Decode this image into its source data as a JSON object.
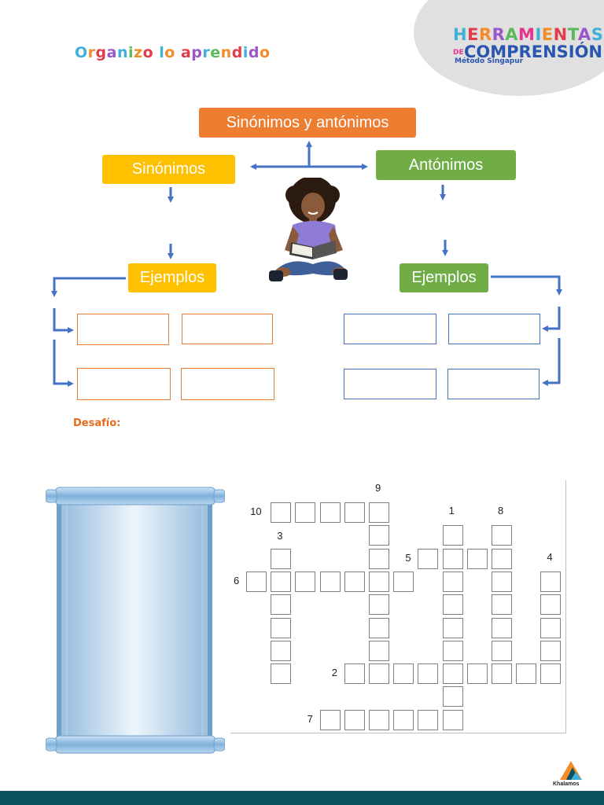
{
  "header": {
    "title_letters": [
      {
        "ch": "O",
        "c": "#3fb0d8"
      },
      {
        "ch": "r",
        "c": "#f28c28"
      },
      {
        "ch": "g",
        "c": "#e23c4a"
      },
      {
        "ch": "a",
        "c": "#9b57c9"
      },
      {
        "ch": "n",
        "c": "#3fb0d8"
      },
      {
        "ch": "i",
        "c": "#5cb85c"
      },
      {
        "ch": "z",
        "c": "#f28c28"
      },
      {
        "ch": "o",
        "c": "#e23c4a"
      },
      {
        "ch": " ",
        "c": "#000000"
      },
      {
        "ch": "l",
        "c": "#3fb0d8"
      },
      {
        "ch": "o",
        "c": "#f28c28"
      },
      {
        "ch": " ",
        "c": "#000000"
      },
      {
        "ch": "a",
        "c": "#e23c4a"
      },
      {
        "ch": "p",
        "c": "#9b57c9"
      },
      {
        "ch": "r",
        "c": "#3fb0d8"
      },
      {
        "ch": "e",
        "c": "#5cb85c"
      },
      {
        "ch": "n",
        "c": "#f28c28"
      },
      {
        "ch": "d",
        "c": "#e23c4a"
      },
      {
        "ch": "i",
        "c": "#3fb0d8"
      },
      {
        "ch": "d",
        "c": "#9b57c9"
      },
      {
        "ch": "o",
        "c": "#f28c28"
      }
    ]
  },
  "logo": {
    "line1_letters": [
      {
        "ch": "H",
        "c": "#3fb0d8"
      },
      {
        "ch": "E",
        "c": "#e23c4a"
      },
      {
        "ch": "R",
        "c": "#f28c28"
      },
      {
        "ch": "R",
        "c": "#9b57c9"
      },
      {
        "ch": "A",
        "c": "#5cb85c"
      },
      {
        "ch": "M",
        "c": "#e8338c"
      },
      {
        "ch": "I",
        "c": "#3fb0d8"
      },
      {
        "ch": "E",
        "c": "#f28c28"
      },
      {
        "ch": "N",
        "c": "#e23c4a"
      },
      {
        "ch": "T",
        "c": "#5cb85c"
      },
      {
        "ch": "A",
        "c": "#9b57c9"
      },
      {
        "ch": "S",
        "c": "#3fb0d8"
      }
    ],
    "de": "DE",
    "line2": "COMPRENSIÓN",
    "subtitle": "Método Singapur"
  },
  "concept_map": {
    "top": "Sinónimos y antónimos",
    "left": "Sinónimos",
    "right": "Antónimos",
    "left_examples": "Ejemplos",
    "right_examples": "Ejemplos"
  },
  "challenge": {
    "label": "Desafío:"
  },
  "crossword": {
    "numbers": [
      "1",
      "2",
      "3",
      "4",
      "5",
      "6",
      "7",
      "8",
      "9",
      "10"
    ]
  },
  "footer": {
    "brand": "Khalamos"
  },
  "colors": {
    "orange": "#ed7d31",
    "yellow": "#ffc000",
    "green": "#70ad47",
    "arrow_blue": "#4472c4",
    "footer": "#0b5160"
  }
}
